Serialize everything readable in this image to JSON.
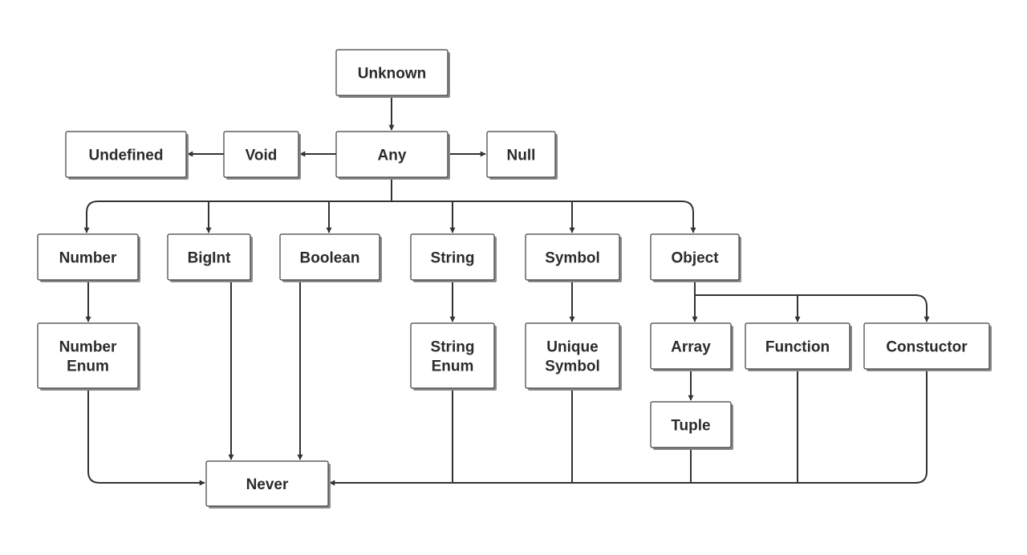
{
  "diagram": {
    "nodes": [
      {
        "id": "unknown",
        "label": [
          "Unknown"
        ]
      },
      {
        "id": "any",
        "label": [
          "Any"
        ]
      },
      {
        "id": "void",
        "label": [
          "Void"
        ]
      },
      {
        "id": "undefined",
        "label": [
          "Undefined"
        ]
      },
      {
        "id": "null",
        "label": [
          "Null"
        ]
      },
      {
        "id": "number",
        "label": [
          "Number"
        ]
      },
      {
        "id": "bigint",
        "label": [
          "BigInt"
        ]
      },
      {
        "id": "boolean",
        "label": [
          "Boolean"
        ]
      },
      {
        "id": "string",
        "label": [
          "String"
        ]
      },
      {
        "id": "symbol",
        "label": [
          "Symbol"
        ]
      },
      {
        "id": "object",
        "label": [
          "Object"
        ]
      },
      {
        "id": "number-enum",
        "label": [
          "Number",
          "Enum"
        ]
      },
      {
        "id": "string-enum",
        "label": [
          "String",
          "Enum"
        ]
      },
      {
        "id": "unique-symbol",
        "label": [
          "Unique",
          "Symbol"
        ]
      },
      {
        "id": "array",
        "label": [
          "Array"
        ]
      },
      {
        "id": "function",
        "label": [
          "Function"
        ]
      },
      {
        "id": "constructor",
        "label": [
          "Constuctor"
        ]
      },
      {
        "id": "tuple",
        "label": [
          "Tuple"
        ]
      },
      {
        "id": "never",
        "label": [
          "Never"
        ]
      }
    ],
    "edges": [
      {
        "from": "unknown",
        "to": "any"
      },
      {
        "from": "any",
        "to": "void"
      },
      {
        "from": "void",
        "to": "undefined"
      },
      {
        "from": "any",
        "to": "null"
      },
      {
        "from": "any",
        "to": "number"
      },
      {
        "from": "any",
        "to": "bigint"
      },
      {
        "from": "any",
        "to": "boolean"
      },
      {
        "from": "any",
        "to": "string"
      },
      {
        "from": "any",
        "to": "symbol"
      },
      {
        "from": "any",
        "to": "object"
      },
      {
        "from": "number",
        "to": "number-enum"
      },
      {
        "from": "string",
        "to": "string-enum"
      },
      {
        "from": "symbol",
        "to": "unique-symbol"
      },
      {
        "from": "object",
        "to": "array"
      },
      {
        "from": "object",
        "to": "function"
      },
      {
        "from": "object",
        "to": "constructor"
      },
      {
        "from": "array",
        "to": "tuple"
      },
      {
        "from": "number-enum",
        "to": "never"
      },
      {
        "from": "bigint",
        "to": "never"
      },
      {
        "from": "boolean",
        "to": "never"
      },
      {
        "from": "string-enum",
        "to": "never"
      },
      {
        "from": "unique-symbol",
        "to": "never"
      },
      {
        "from": "tuple",
        "to": "never"
      },
      {
        "from": "function",
        "to": "never"
      },
      {
        "from": "constructor",
        "to": "never"
      }
    ],
    "colors": {
      "box_fill": "#ffffff",
      "box_stroke": "#3d3d3d",
      "shadow": "#8a8a8a",
      "edge": "#333333",
      "text": "#2b2b2b"
    }
  }
}
